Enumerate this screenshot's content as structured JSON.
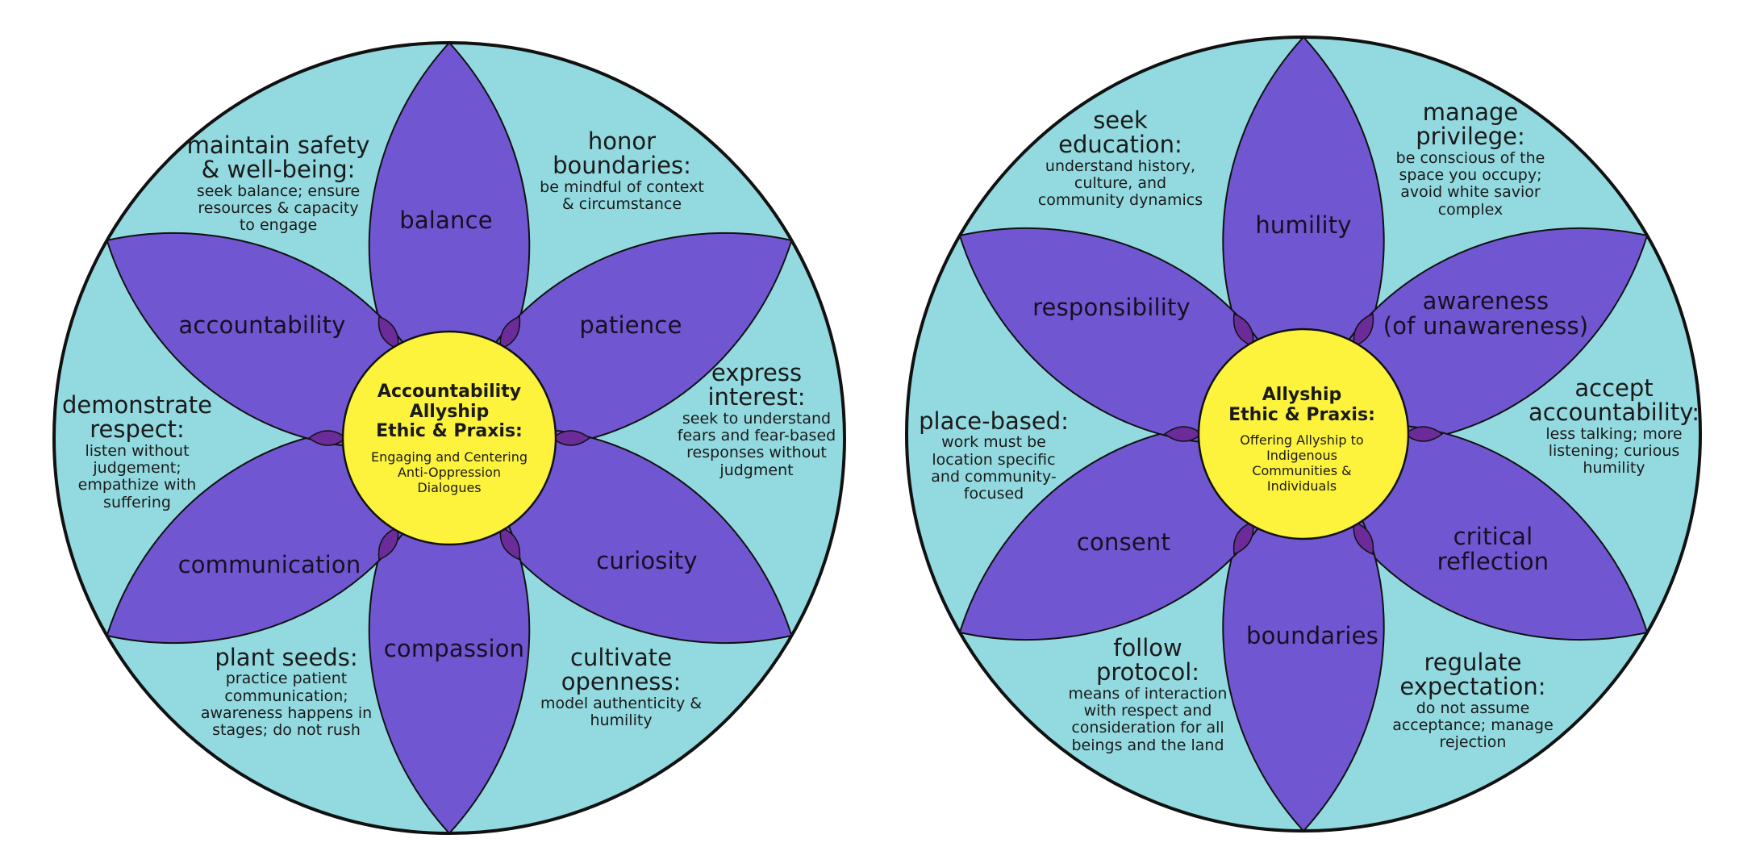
{
  "colors": {
    "background": "#93dae0",
    "petal": "#7057d1",
    "petal_overlap": "#6b2c99",
    "center": "#fdf33c",
    "outline": "#111111",
    "text": "#161020"
  },
  "flowers": [
    {
      "id": "accountability-allyship",
      "center": {
        "title_lines": [
          "Accountability",
          "Allyship",
          "Ethic & Praxis:"
        ],
        "subtitle_lines": [
          "Engaging and Centering",
          "Anti-Oppression",
          "Dialogues"
        ]
      },
      "petals": [
        {
          "position": "top",
          "label": "balance"
        },
        {
          "position": "upper-right",
          "label_lines": [
            "patience"
          ]
        },
        {
          "position": "lower-right",
          "label_lines": [
            "curiosity"
          ]
        },
        {
          "position": "bottom",
          "label": "compassion"
        },
        {
          "position": "lower-left",
          "label_lines": [
            "communication"
          ]
        },
        {
          "position": "upper-left",
          "label_lines": [
            "accountability"
          ]
        }
      ],
      "regions": [
        {
          "position": "top-left",
          "heading_lines": [
            "maintain safety",
            "& well-being:"
          ],
          "body_lines": [
            "seek balance; ensure",
            "resources & capacity",
            "to engage"
          ]
        },
        {
          "position": "top-right",
          "heading_lines": [
            "honor",
            "boundaries:"
          ],
          "body_lines": [
            "be mindful of context",
            "& circumstance"
          ]
        },
        {
          "position": "right",
          "heading_lines": [
            "express",
            "interest:"
          ],
          "body_lines": [
            "seek to understand",
            "fears and fear-based",
            "responses without",
            "judgment"
          ]
        },
        {
          "position": "bottom-right",
          "heading_lines": [
            "cultivate",
            "openness:"
          ],
          "body_lines": [
            "model authenticity &",
            "humility"
          ]
        },
        {
          "position": "bottom-left",
          "heading_lines": [
            "plant seeds:"
          ],
          "body_lines": [
            "practice patient",
            "communication;",
            "awareness happens in",
            "stages; do not rush"
          ]
        },
        {
          "position": "left",
          "heading_lines": [
            "demonstrate",
            "respect:"
          ],
          "body_lines": [
            "listen without",
            "judgement;",
            "empathize with",
            "suffering"
          ]
        }
      ]
    },
    {
      "id": "indigenous-allyship",
      "center": {
        "title_lines": [
          "Allyship",
          "Ethic & Praxis:"
        ],
        "subtitle_lines": [
          "Offering Allyship to",
          "Indigenous",
          "Communities &",
          "Individuals"
        ]
      },
      "petals": [
        {
          "position": "top",
          "label": "humility"
        },
        {
          "position": "upper-right",
          "label_lines": [
            "awareness",
            "(of unawareness)"
          ]
        },
        {
          "position": "lower-right",
          "label_lines": [
            "critical",
            "reflection"
          ]
        },
        {
          "position": "bottom",
          "label": "boundaries"
        },
        {
          "position": "lower-left",
          "label_lines": [
            "consent"
          ]
        },
        {
          "position": "upper-left",
          "label_lines": [
            "responsibility"
          ]
        }
      ],
      "regions": [
        {
          "position": "top-left",
          "heading_lines": [
            "seek",
            "education:"
          ],
          "body_lines": [
            "understand history,",
            "culture, and",
            "community dynamics"
          ]
        },
        {
          "position": "top-right",
          "heading_lines": [
            "manage",
            "privilege:"
          ],
          "body_lines": [
            "be conscious of the",
            "space you occupy;",
            "avoid white savior",
            "complex"
          ]
        },
        {
          "position": "right",
          "heading_lines": [
            "accept",
            "accountability:"
          ],
          "body_lines": [
            "less talking; more",
            "listening; curious",
            "humility"
          ]
        },
        {
          "position": "bottom-right",
          "heading_lines": [
            "regulate",
            "expectation:"
          ],
          "body_lines": [
            "do not assume",
            "acceptance; manage",
            "rejection"
          ]
        },
        {
          "position": "bottom-left",
          "heading_lines": [
            "follow",
            "protocol:"
          ],
          "body_lines": [
            "means of interaction",
            "with respect and",
            "consideration for all",
            "beings and the land"
          ]
        },
        {
          "position": "left",
          "heading_lines": [
            "place-based:"
          ],
          "body_lines": [
            "work must be",
            "location specific",
            "and community-",
            "focused"
          ]
        }
      ]
    }
  ]
}
